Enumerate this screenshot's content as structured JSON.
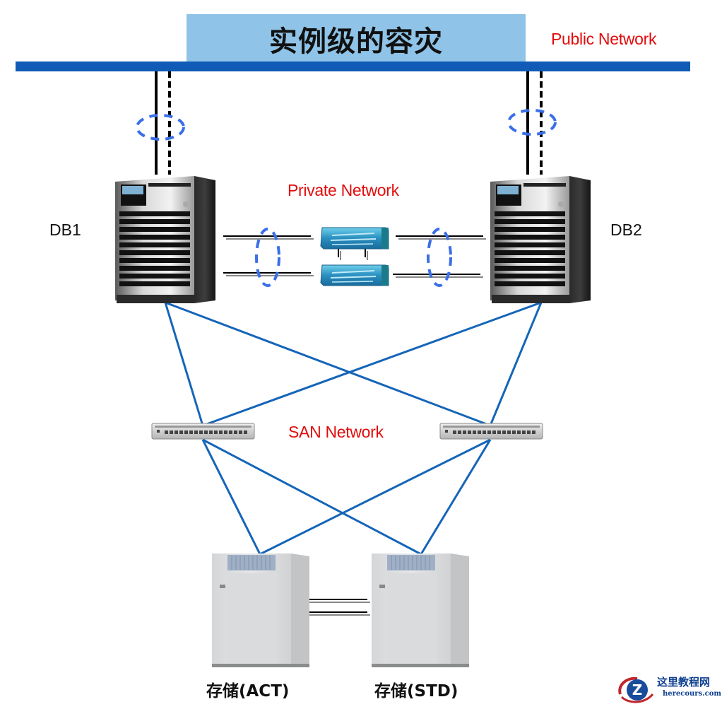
{
  "title": "实例级的容灾",
  "networks": {
    "public": "Public Network",
    "private": "Private Network",
    "san": "SAN Network"
  },
  "nodes": {
    "db1": "DB1",
    "db2": "DB2",
    "storage_active": "存储(ACT)",
    "storage_standby": "存储(STD)"
  },
  "colors": {
    "title_bg": "#8fc3e7",
    "public_bar": "#0f5bb5",
    "network_label": "#e30b0b",
    "san_link": "#1565b8",
    "bond_ellipse": "#3a6fe8"
  },
  "watermark": {
    "name": "这里教程网",
    "site": "herecours.com",
    "logo_letter": "Z"
  }
}
